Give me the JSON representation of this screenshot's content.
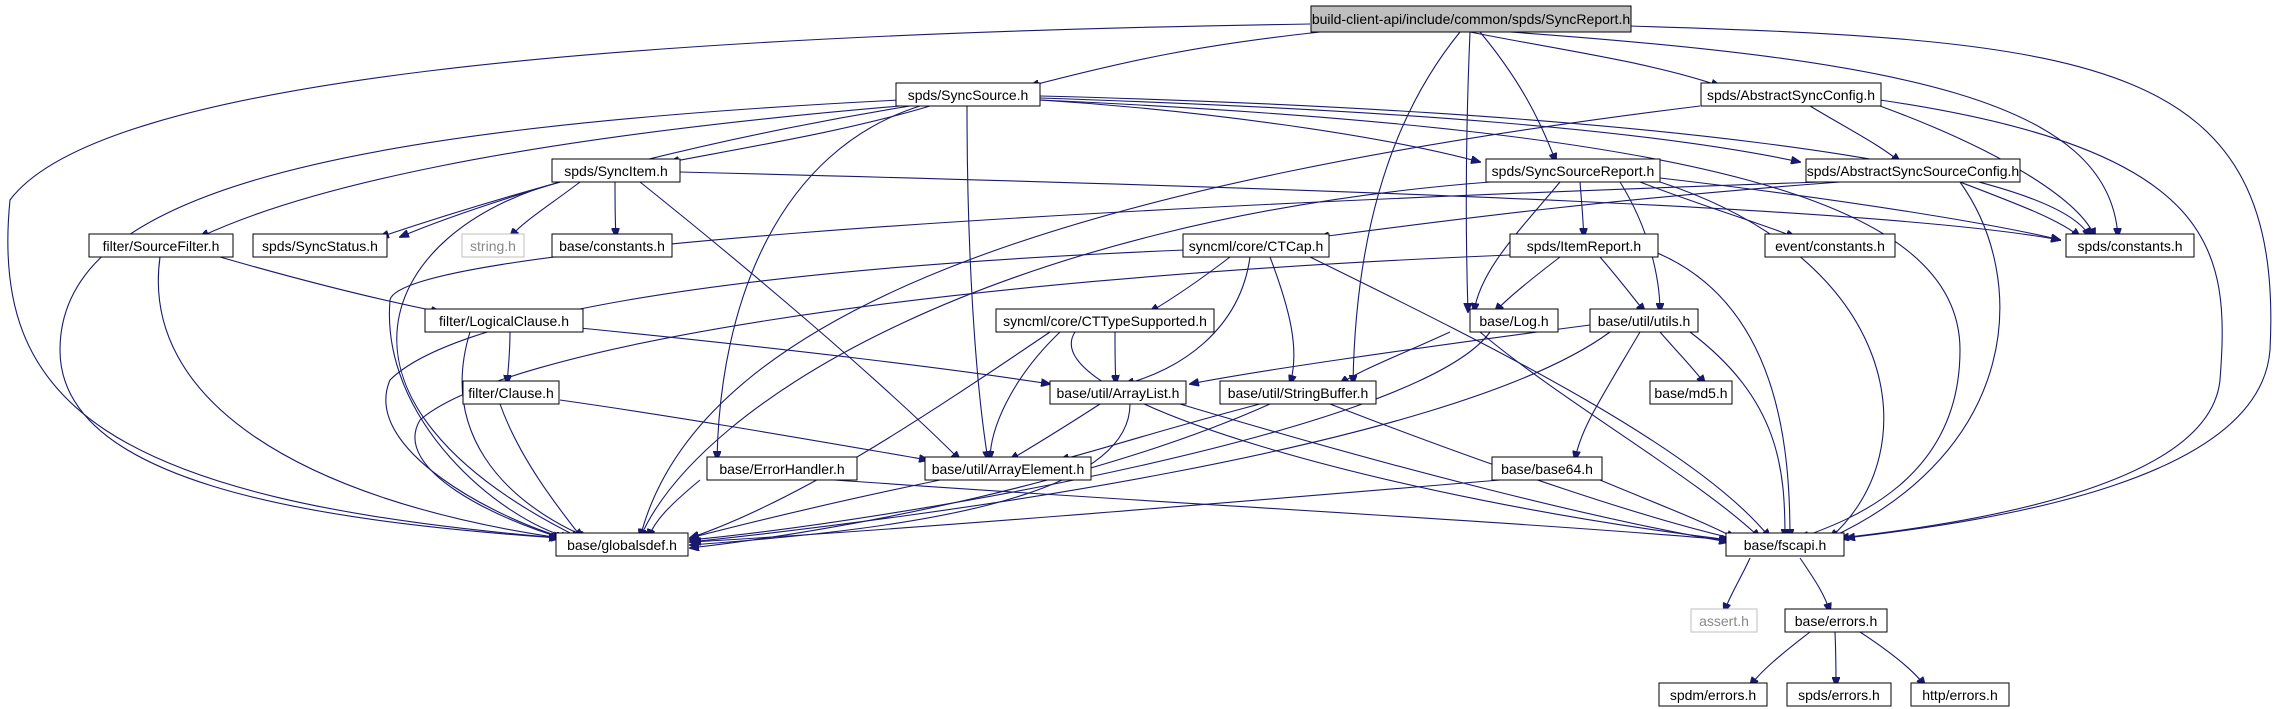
{
  "colors": {
    "edge": "#191970",
    "root_fill": "#bfbfbf",
    "node_fill": "#ffffff",
    "external_border": "#bfbfbf"
  },
  "nodes": {
    "root": "build-client-api/include/common/spds/SyncReport.h",
    "syncsource": "spds/SyncSource.h",
    "abstractsyncconfig": "spds/AbstractSyncConfig.h",
    "syncitem": "spds/SyncItem.h",
    "syncsourcereport": "spds/SyncSourceReport.h",
    "abstractsyncsourceconfig": "spds/AbstractSyncSourceConfig.h",
    "sourcefilter": "filter/SourceFilter.h",
    "syncstatus": "spds/SyncStatus.h",
    "string_h": "string.h",
    "base_constants": "base/constants.h",
    "ctcap": "syncml/core/CTCap.h",
    "itemreport": "spds/ItemReport.h",
    "event_constants": "event/constants.h",
    "spds_constants": "spds/constants.h",
    "logicalclause": "filter/LogicalClause.h",
    "cttypesupported": "syncml/core/CTTypeSupported.h",
    "log": "base/Log.h",
    "utils": "base/util/utils.h",
    "clause": "filter/Clause.h",
    "arraylist": "base/util/ArrayList.h",
    "stringbuffer": "base/util/StringBuffer.h",
    "md5": "base/md5.h",
    "errorhandler": "base/ErrorHandler.h",
    "arrayelement": "base/util/ArrayElement.h",
    "base64": "base/base64.h",
    "globalsdef": "base/globalsdef.h",
    "fscapi": "base/fscapi.h",
    "assert_h": "assert.h",
    "errors": "base/errors.h",
    "spdm_errors": "spdm/errors.h",
    "spds_errors": "spds/errors.h",
    "http_errors": "http/errors.h"
  }
}
